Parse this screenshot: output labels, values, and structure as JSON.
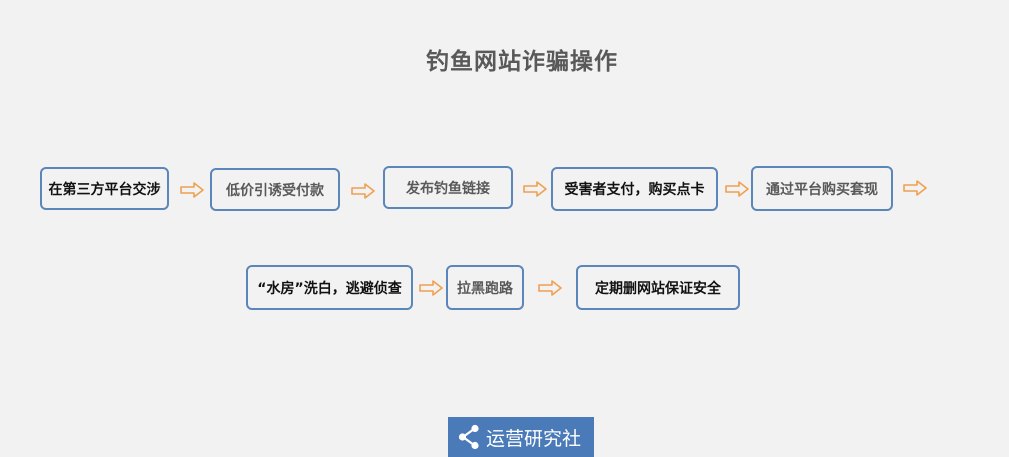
{
  "title": "钓鱼网站诈骗操作",
  "steps_row1": [
    {
      "label": "在第三方平台交涉"
    },
    {
      "label": "低价引诱受付款"
    },
    {
      "label": "发布钓鱼链接"
    },
    {
      "label": "受害者支付，购买点卡"
    },
    {
      "label": "通过平台购买套现"
    }
  ],
  "steps_row2": [
    {
      "label": "“水房”洗白，逃避侦查"
    },
    {
      "label": "拉黑跑路"
    },
    {
      "label": "定期删网站保证安全"
    }
  ],
  "logo": {
    "label": "运营研究社",
    "icon": "share-icon"
  },
  "colors": {
    "background": "#f2f2f2",
    "box_border": "#5b86ba",
    "arrow": "#f0a050",
    "logo_bg": "#4a7bb8"
  }
}
